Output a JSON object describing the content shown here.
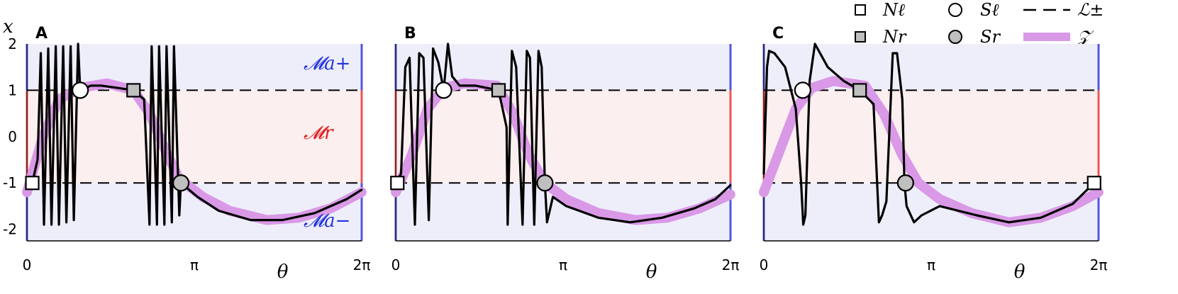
{
  "legend": [
    {
      "marker": "square-white",
      "label": "Nℓ"
    },
    {
      "marker": "square-gray",
      "label": "Nr"
    },
    {
      "marker": "circle-white",
      "label": "Sℓ"
    },
    {
      "marker": "circle-gray",
      "label": "Sr"
    },
    {
      "marker": "dashed-line",
      "label": "ℒ±"
    },
    {
      "marker": "band",
      "label": "𝒵"
    }
  ],
  "region_labels": {
    "upper": "𝓜a+",
    "middle": "𝓜r",
    "lower": "𝓜a−"
  },
  "colors": {
    "stable_band": "#eeeefb",
    "repelling_band": "#fcefef",
    "stable_edge": "#5555dd",
    "repelling_edge": "#ee5555",
    "z_curve": "#d999e6",
    "trajectory": "#000000"
  },
  "chart_data": [
    {
      "panel": "A",
      "type": "line",
      "ylabel": "x",
      "xlabel": "θ",
      "xlim": [
        0,
        6.2832
      ],
      "ylim": [
        -2.25,
        2
      ],
      "yticks": [
        "2",
        "1",
        "0",
        "-1",
        "-2"
      ],
      "xticks": [
        "0",
        "π",
        "2π"
      ],
      "dashed_lines_y": [
        1,
        -1
      ],
      "markers": [
        {
          "type": "Nℓ",
          "x": 0.1,
          "y": -1
        },
        {
          "type": "Sℓ",
          "x": 1.0,
          "y": 1
        },
        {
          "type": "Nr",
          "x": 2.0,
          "y": 1
        },
        {
          "type": "Sr",
          "x": 2.89,
          "y": -1
        }
      ],
      "traj": {
        "points": [
          [
            0.0,
            -0.9
          ],
          [
            0.1,
            -1.0
          ],
          [
            0.2,
            -0.5
          ],
          [
            0.26,
            1.8
          ],
          [
            0.32,
            -1.9
          ],
          [
            0.4,
            1.9
          ],
          [
            0.46,
            -1.9
          ],
          [
            0.54,
            1.95
          ],
          [
            0.6,
            -1.9
          ],
          [
            0.68,
            1.95
          ],
          [
            0.74,
            -1.85
          ],
          [
            0.82,
            1.95
          ],
          [
            0.88,
            -1.8
          ],
          [
            0.96,
            2.0
          ],
          [
            1.0,
            1.0
          ],
          [
            1.2,
            1.1
          ],
          [
            1.4,
            1.1
          ],
          [
            1.7,
            1.05
          ],
          [
            2.0,
            1.0
          ],
          [
            2.2,
            0.8
          ],
          [
            2.3,
            -1.9
          ],
          [
            2.34,
            1.95
          ],
          [
            2.44,
            -1.9
          ],
          [
            2.48,
            1.95
          ],
          [
            2.58,
            -1.9
          ],
          [
            2.62,
            1.95
          ],
          [
            2.72,
            -1.85
          ],
          [
            2.76,
            1.95
          ],
          [
            2.86,
            -1.7
          ],
          [
            2.89,
            -1.0
          ],
          [
            3.2,
            -1.3
          ],
          [
            3.6,
            -1.6
          ],
          [
            4.2,
            -1.8
          ],
          [
            4.8,
            -1.8
          ],
          [
            5.4,
            -1.65
          ],
          [
            6.0,
            -1.35
          ],
          [
            6.28,
            -1.15
          ]
        ]
      },
      "z_curve": {
        "points": [
          [
            0.0,
            -1.2
          ],
          [
            0.3,
            0.0
          ],
          [
            0.6,
            0.8
          ],
          [
            1.0,
            1.05
          ],
          [
            1.5,
            1.15
          ],
          [
            2.0,
            1.0
          ],
          [
            2.3,
            0.5
          ],
          [
            2.6,
            -0.3
          ],
          [
            2.85,
            -0.9
          ],
          [
            3.3,
            -1.3
          ],
          [
            3.8,
            -1.6
          ],
          [
            4.5,
            -1.8
          ],
          [
            5.1,
            -1.75
          ],
          [
            5.7,
            -1.55
          ],
          [
            6.28,
            -1.2
          ]
        ]
      }
    },
    {
      "panel": "B",
      "type": "line",
      "ylabel": "",
      "xlabel": "θ",
      "xlim": [
        0,
        6.2832
      ],
      "ylim": [
        -2.25,
        2
      ],
      "yticks": [],
      "xticks": [
        "0",
        "π",
        "2π"
      ],
      "dashed_lines_y": [
        1,
        -1
      ],
      "markers": [
        {
          "type": "Nℓ",
          "x": 0.03,
          "y": -1
        },
        {
          "type": "Sℓ",
          "x": 0.9,
          "y": 1
        },
        {
          "type": "Nr",
          "x": 1.93,
          "y": 1
        },
        {
          "type": "Sr",
          "x": 2.8,
          "y": -1
        }
      ],
      "traj": {
        "points": [
          [
            0.0,
            -1.0
          ],
          [
            0.1,
            -0.8
          ],
          [
            0.18,
            1.5
          ],
          [
            0.26,
            1.7
          ],
          [
            0.36,
            -1.9
          ],
          [
            0.44,
            1.8
          ],
          [
            0.52,
            1.7
          ],
          [
            0.62,
            -1.8
          ],
          [
            0.7,
            1.9
          ],
          [
            0.8,
            1.6
          ],
          [
            0.9,
            1.0
          ],
          [
            0.94,
            1.5
          ],
          [
            0.98,
            2.0
          ],
          [
            1.06,
            1.3
          ],
          [
            1.2,
            1.1
          ],
          [
            1.3,
            1.1
          ],
          [
            1.5,
            1.1
          ],
          [
            1.93,
            1.0
          ],
          [
            2.08,
            0.2
          ],
          [
            2.1,
            -1.9
          ],
          [
            2.18,
            1.85
          ],
          [
            2.26,
            1.5
          ],
          [
            2.38,
            -1.9
          ],
          [
            2.46,
            1.85
          ],
          [
            2.52,
            1.7
          ],
          [
            2.6,
            -1.9
          ],
          [
            2.68,
            1.85
          ],
          [
            2.74,
            1.5
          ],
          [
            2.8,
            -1.0
          ],
          [
            2.84,
            -1.85
          ],
          [
            2.95,
            -1.3
          ],
          [
            3.2,
            -1.5
          ],
          [
            3.8,
            -1.75
          ],
          [
            4.4,
            -1.85
          ],
          [
            5.0,
            -1.75
          ],
          [
            5.6,
            -1.55
          ],
          [
            6.0,
            -1.35
          ],
          [
            6.28,
            -1.05
          ]
        ]
      },
      "z_curve": {
        "points": [
          [
            0.0,
            -1.2
          ],
          [
            0.3,
            -0.4
          ],
          [
            0.6,
            0.6
          ],
          [
            0.9,
            1.05
          ],
          [
            1.3,
            1.15
          ],
          [
            1.9,
            1.1
          ],
          [
            2.2,
            0.5
          ],
          [
            2.5,
            -0.4
          ],
          [
            2.8,
            -1.0
          ],
          [
            3.2,
            -1.35
          ],
          [
            3.8,
            -1.65
          ],
          [
            4.5,
            -1.8
          ],
          [
            5.1,
            -1.75
          ],
          [
            5.7,
            -1.55
          ],
          [
            6.28,
            -1.25
          ]
        ]
      }
    },
    {
      "panel": "C",
      "type": "line",
      "ylabel": "",
      "xlabel": "θ",
      "xlim": [
        0,
        6.2832
      ],
      "ylim": [
        -2.25,
        2
      ],
      "yticks": [],
      "xticks": [
        "0",
        "π",
        "2π"
      ],
      "dashed_lines_y": [
        1,
        -1
      ],
      "markers": [
        {
          "type": "Sℓ",
          "x": 0.73,
          "y": 1
        },
        {
          "type": "Nr",
          "x": 1.8,
          "y": 1
        },
        {
          "type": "Sr",
          "x": 2.66,
          "y": -1
        },
        {
          "type": "Nℓ",
          "x": 6.2,
          "y": -1
        }
      ],
      "traj": {
        "points": [
          [
            0.0,
            -0.8
          ],
          [
            0.06,
            1.5
          ],
          [
            0.1,
            1.85
          ],
          [
            0.2,
            1.8
          ],
          [
            0.4,
            1.5
          ],
          [
            0.6,
            0.6
          ],
          [
            0.7,
            -1.0
          ],
          [
            0.74,
            -1.9
          ],
          [
            0.78,
            -1.7
          ],
          [
            0.86,
            1.2
          ],
          [
            0.96,
            2.0
          ],
          [
            1.2,
            1.5
          ],
          [
            1.5,
            1.2
          ],
          [
            1.8,
            1.0
          ],
          [
            2.06,
            0.7
          ],
          [
            2.16,
            -1.85
          ],
          [
            2.22,
            -1.7
          ],
          [
            2.3,
            -1.4
          ],
          [
            2.42,
            1.8
          ],
          [
            2.5,
            1.8
          ],
          [
            2.6,
            0.8
          ],
          [
            2.64,
            -1.0
          ],
          [
            2.68,
            -1.5
          ],
          [
            2.82,
            -1.85
          ],
          [
            2.96,
            -1.7
          ],
          [
            3.3,
            -1.5
          ],
          [
            4.0,
            -1.7
          ],
          [
            4.6,
            -1.85
          ],
          [
            5.2,
            -1.75
          ],
          [
            5.8,
            -1.45
          ],
          [
            6.2,
            -1.0
          ],
          [
            6.28,
            -0.95
          ]
        ]
      },
      "z_curve": {
        "points": [
          [
            0.0,
            -1.2
          ],
          [
            0.3,
            -0.3
          ],
          [
            0.6,
            0.6
          ],
          [
            0.9,
            1.05
          ],
          [
            1.3,
            1.2
          ],
          [
            1.9,
            1.1
          ],
          [
            2.25,
            0.5
          ],
          [
            2.6,
            -0.4
          ],
          [
            2.9,
            -1.0
          ],
          [
            3.3,
            -1.35
          ],
          [
            3.9,
            -1.65
          ],
          [
            4.6,
            -1.85
          ],
          [
            5.2,
            -1.75
          ],
          [
            5.8,
            -1.5
          ],
          [
            6.28,
            -1.2
          ]
        ]
      }
    }
  ]
}
